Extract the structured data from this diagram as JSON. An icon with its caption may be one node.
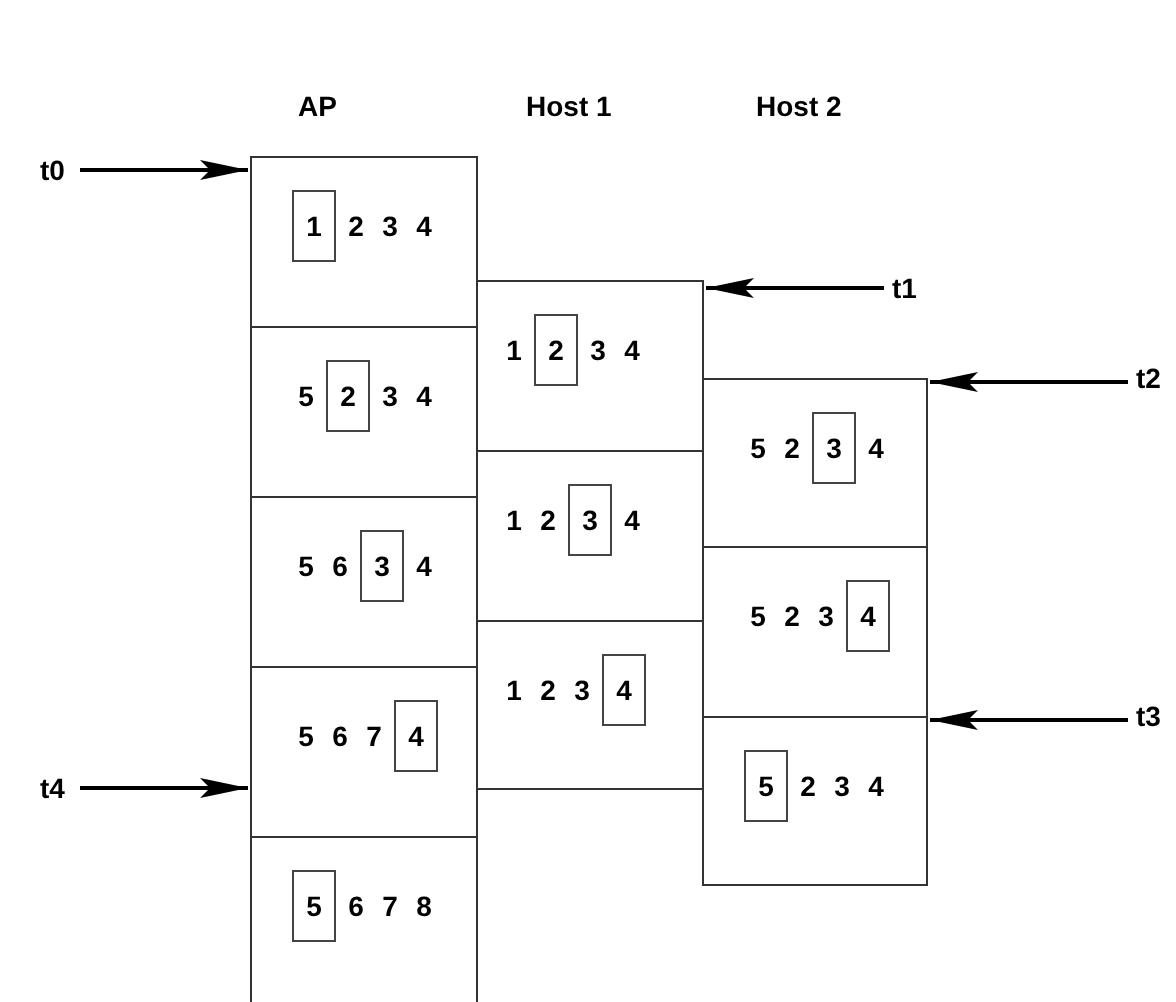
{
  "diagram": {
    "nodes": [
      {
        "text": [
          "2",
          "3",
          "4"
        ]
      },
      {
        "text": [
          "1"
        ],
        "in": 0
      },
      {
        "text": [
          "5",
          "3",
          "4"
        ]
      },
      {
        "text": [
          "2"
        ],
        "in": 2
      },
      {
        "text": [
          "5",
          "6",
          "4"
        ]
      },
      {
        "text": [
          "3"
        ],
        "in": 4
      },
      {
        "text": [
          "5",
          "6",
          "7"
        ]
      },
      {
        "text": [
          "4"
        ],
        "in": 6
      },
      {
        "text": [
          "6",
          "7",
          "8"
        ]
      },
      {
        "text": [
          "5"
        ],
        "in": 8
      },
      {
        "text": [
          "1",
          "3",
          "4"
        ]
      },
      {
        "text": [
          "2"
        ],
        "in": 10
      },
      {
        "text": [
          "1",
          "2",
          "4"
        ]
      },
      {
        "text": [
          "3"
        ],
        "in": 12
      },
      {
        "text": [
          "1",
          "2",
          "3"
        ]
      },
      {
        "text": [
          "4"
        ],
        "in": 14
      },
      {
        "text": [
          "5",
          "2",
          "4"
        ]
      },
      {
        "text": [
          "3"
        ],
        "in": 16
      },
      {
        "text": [
          "5",
          "2",
          "3"
        ]
      },
      {
        "text": [
          "4"
        ],
        "in": 18
      },
      {
        "text": [
          "2",
          "3",
          "4"
        ]
      },
      {
        "text": [
          "5"
        ],
        "in": 20
      },
      {
        "text": [
          "t0"
        ]
      },
      {
        "text": [
          "t1"
        ]
      },
      {
        "text": [
          "t2"
        ]
      },
      {
        "text": [
          "t3"
        ]
      },
      {
        "text": [
          "t4"
        ]
      }
    ],
    "edges": [
      {
        "from": 22,
        "to": 0,
        "arrow": "to"
      },
      {
        "from": 23,
        "to": 10,
        "arrow": "to"
      },
      {
        "from": 24,
        "to": 16,
        "arrow": "to"
      },
      {
        "from": 25,
        "to": 20,
        "arrow": "to"
      },
      {
        "from": 26,
        "to": 6,
        "arrow": "to"
      }
    ],
    "labels": [
      "AP",
      "Host 1",
      "Host 2"
    ]
  }
}
